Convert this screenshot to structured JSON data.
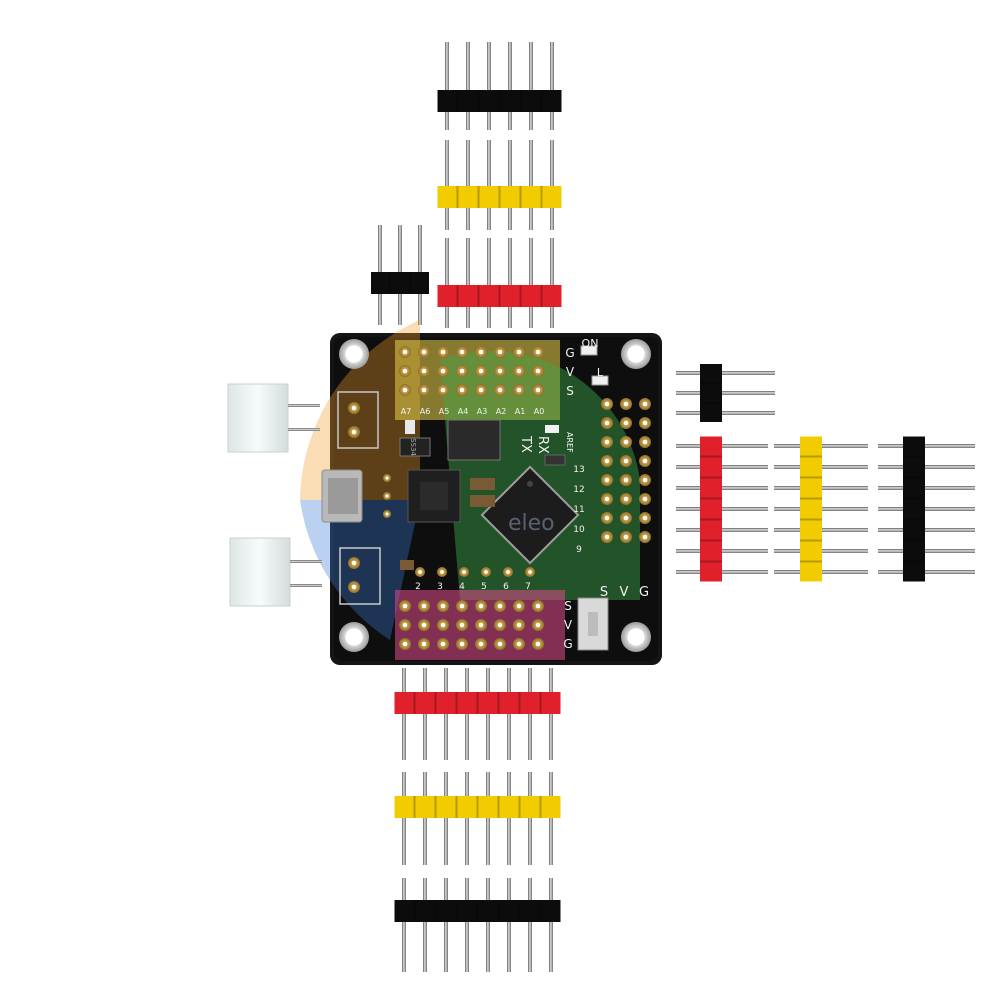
{
  "board": {
    "analog_labels": [
      "A7",
      "A6",
      "A5",
      "A4",
      "A3",
      "A2",
      "A1",
      "A0"
    ],
    "digital_labels_right": [
      "13",
      "12",
      "11",
      "10",
      "9"
    ],
    "digital_labels_bottom": [
      "2",
      "3",
      "4",
      "5",
      "6",
      "7"
    ],
    "svg_top": [
      "G",
      "V",
      "S"
    ],
    "svg_bottom": [
      "S",
      "V",
      "G"
    ],
    "svg_right": [
      "S",
      "V",
      "G"
    ],
    "led_on": "ON",
    "led_l": "L",
    "uart_tx": "TX",
    "uart_rx": "RX",
    "aref": "AREF",
    "regulator_marking": "SS34",
    "watermark": "eleo"
  },
  "colors": {
    "pcb": "#111111",
    "pad_gold": "#c9a24b",
    "yellow_region": "#e8d34a",
    "green_region": "#3fa84a",
    "pink_region": "#e04b8a",
    "blue_region": "#3b7bd6",
    "orange_region": "#f29a2a",
    "header_black": "#0c0c0c",
    "header_yellow": "#f2cc00",
    "header_red": "#e0202a",
    "pin_metal": "#8a8a8a",
    "jst_white": "#eef2f2"
  },
  "headers": {
    "top_group": [
      "black-6pin",
      "yellow-6pin",
      "red-6pin"
    ],
    "bottom_group": [
      "red-8pin",
      "yellow-8pin",
      "black-8pin"
    ],
    "right_group": [
      "red-7pin",
      "yellow-7pin",
      "black-7pin"
    ],
    "small_headers": [
      "black-3pin-top",
      "black-3pin-right"
    ]
  }
}
